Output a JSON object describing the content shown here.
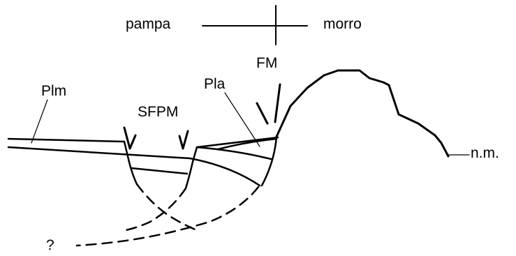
{
  "labels": {
    "pampa": "pampa",
    "morro": "morro",
    "plm": "Plm",
    "sfpm": "SFPM",
    "pla": "Pla",
    "fm": "FM",
    "nm": "n.m.",
    "question": "?"
  },
  "colors": {
    "ink": "#000000",
    "background": "#ffffff"
  }
}
